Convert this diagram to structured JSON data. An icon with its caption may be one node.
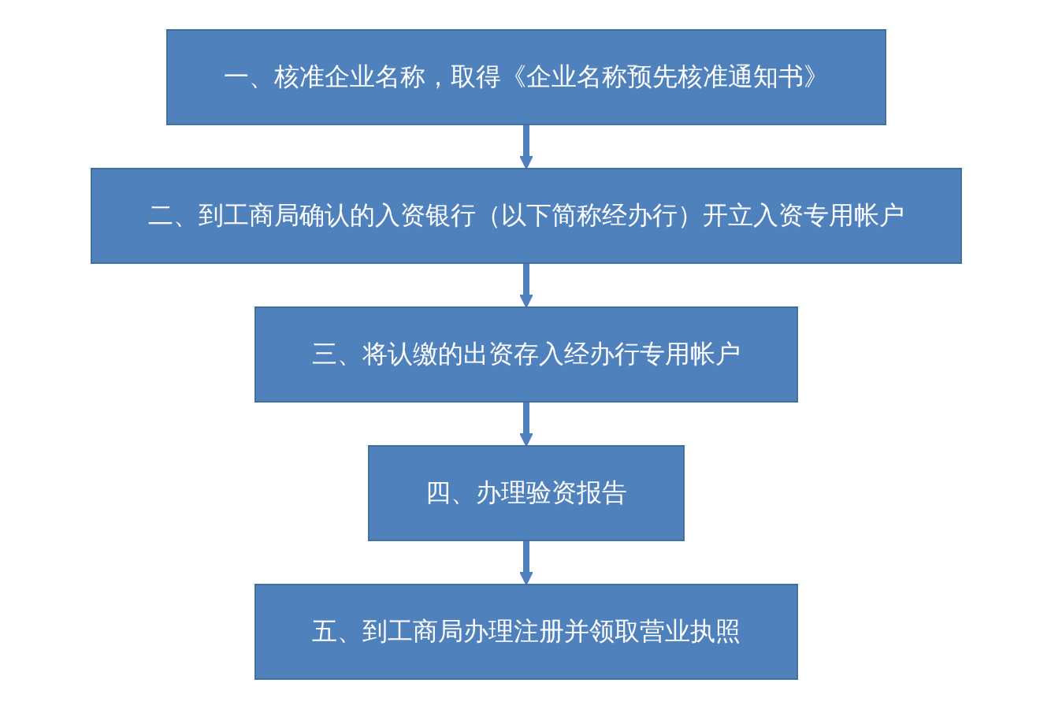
{
  "diagram": {
    "nodes": [
      {
        "text": [
          "一、核准企业名称，取得《企业名称预先核准通知书》"
        ]
      },
      {
        "text": [
          "二、到工商局确认的入资银行（以下简称经办行）开立入资专用帐户"
        ]
      },
      {
        "text": [
          "三、将认缴的出资存入经办行专用帐户"
        ]
      },
      {
        "text": [
          "四、办理验资报告"
        ]
      },
      {
        "text": [
          "五、到工商局办理注册并领取营业执照"
        ]
      }
    ],
    "edges": [
      {
        "from": 0,
        "to": 1,
        "arrow": "to"
      },
      {
        "from": 1,
        "to": 2,
        "arrow": "to"
      },
      {
        "from": 2,
        "to": 3,
        "arrow": "to"
      },
      {
        "from": 3,
        "to": 4,
        "arrow": "to"
      }
    ]
  }
}
